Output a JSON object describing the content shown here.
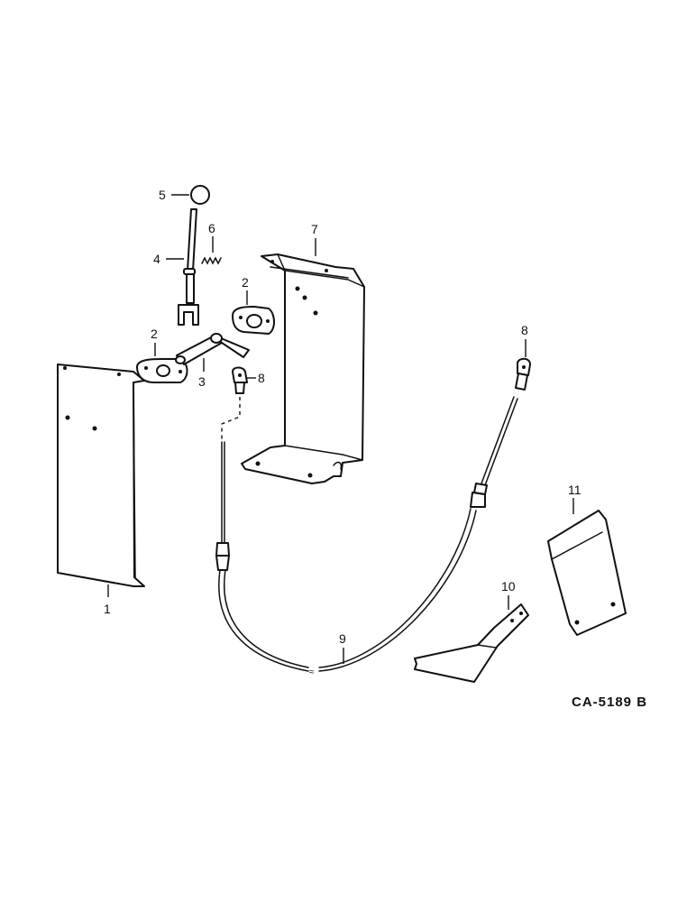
{
  "callouts": {
    "c1": "1",
    "c2a": "2",
    "c2b": "2",
    "c3": "3",
    "c4": "4",
    "c5": "5",
    "c6": "6",
    "c7": "7",
    "c8a": "8",
    "c8b": "8",
    "c9": "9",
    "c10": "10",
    "c11": "11"
  },
  "drawing_code": "CA-5189 B"
}
